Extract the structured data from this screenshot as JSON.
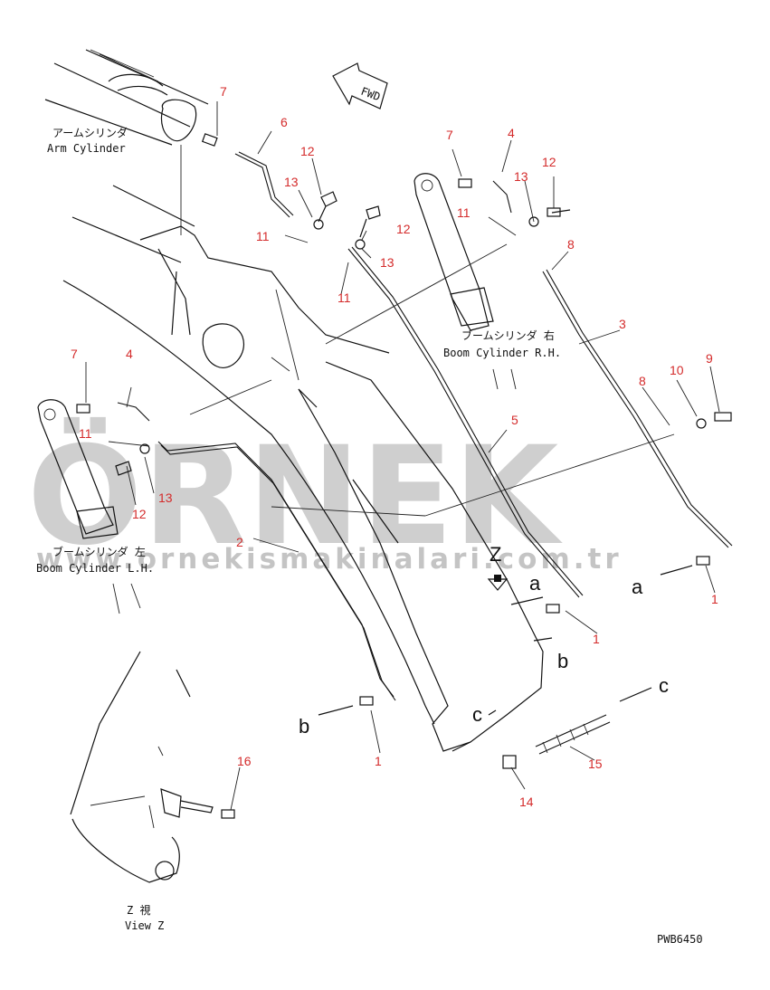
{
  "watermark": {
    "brand": "ÖRNEK",
    "site": "www.ornekismakinalari.com.tr"
  },
  "labels": {
    "arm_cyl_jp": "アームシリンダ",
    "arm_cyl_en": "Arm Cylinder",
    "boom_rh_jp": "ブームシリンダ 右",
    "boom_rh_en": "Boom Cylinder R.H.",
    "boom_lh_jp": "ブームシリンダ 左",
    "boom_lh_en": "Boom Cylinder L.H.",
    "view_jp": "Z 視",
    "view_en": "View Z",
    "fwd": "FWD",
    "drawing_no": "PWB6450"
  },
  "view_letters": [
    "Z",
    "a",
    "a",
    "b",
    "b",
    "c",
    "c"
  ],
  "part_numbers": [
    "1",
    "1",
    "1",
    "2",
    "3",
    "4",
    "4",
    "5",
    "6",
    "7",
    "7",
    "7",
    "8",
    "8",
    "9",
    "10",
    "11",
    "11",
    "11",
    "11",
    "12",
    "12",
    "12",
    "12",
    "13",
    "13",
    "13",
    "13",
    "14",
    "15",
    "16"
  ],
  "colors": {
    "callout": "#d42b2b",
    "linework": "#111111",
    "watermark": "#cfcfcf"
  }
}
